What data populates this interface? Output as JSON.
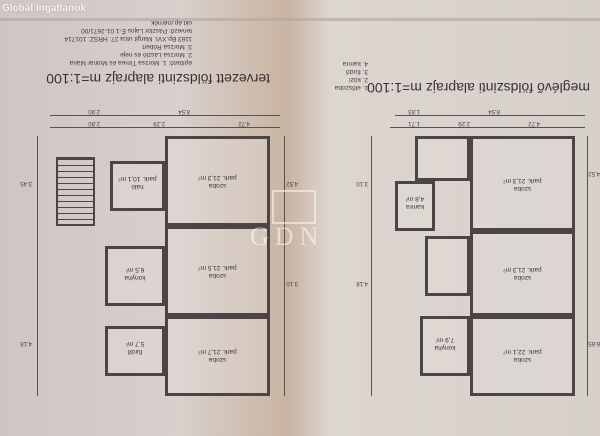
{
  "watermark": {
    "site": "Globál Ingatlanok",
    "logo": "GDN"
  },
  "proposed_plan": {
    "title": "tervezett földszinti alaprajz m=1:100",
    "owners": [
      "építtető: 1. Morzsa Tímea és Molnár Mária",
      "2. Morzsa László és neje",
      "3. Morzsa Róbert",
      "1163 Bp.XVI. Margit utca 27. HRSZ: 101714"
    ],
    "designer": "tervező: Pásztor Lajos   É-1 01-2671/00",
    "designer_title": "okl.ép.mérnök",
    "dimensions": [
      "8.54",
      "4.72",
      "2.29",
      "2.90",
      "2.80",
      "4.52",
      "3.45",
      "3.10",
      "4.18"
    ],
    "rooms": [
      {
        "name": "szoba",
        "area": "park. 21,3 m²"
      },
      {
        "name": "háló",
        "area": "park. 10,1 m²"
      },
      {
        "name": "szoba",
        "area": "park. 21,5 m²"
      },
      {
        "name": "szoba",
        "area": "park. 21,7 m²"
      },
      {
        "name": "fürdő",
        "area": "5,7 m²"
      },
      {
        "name": "konyha",
        "area": "6,5 m²"
      }
    ]
  },
  "existing_plan": {
    "title": "meglévő földszinti alaprajz m=1:100",
    "legend": [
      "1. előszoba",
      "2. közl",
      "3. fürdő",
      "4. kamra"
    ],
    "dimensions": [
      "8.54",
      "1.83",
      "1.71",
      "2.29",
      "4.72",
      "4.52",
      "3.10",
      "4.18",
      "6.65"
    ],
    "rooms": [
      {
        "name": "szoba",
        "area": "park. 21,3 m²"
      },
      {
        "name": "szoba",
        "area": "park. 21,3 m²"
      },
      {
        "name": "szoba",
        "area": "park. 22,1 m²"
      },
      {
        "name": "kamra",
        "area": "4,8 m²"
      },
      {
        "name": "konyha",
        "area": "7,9 m²"
      }
    ]
  }
}
